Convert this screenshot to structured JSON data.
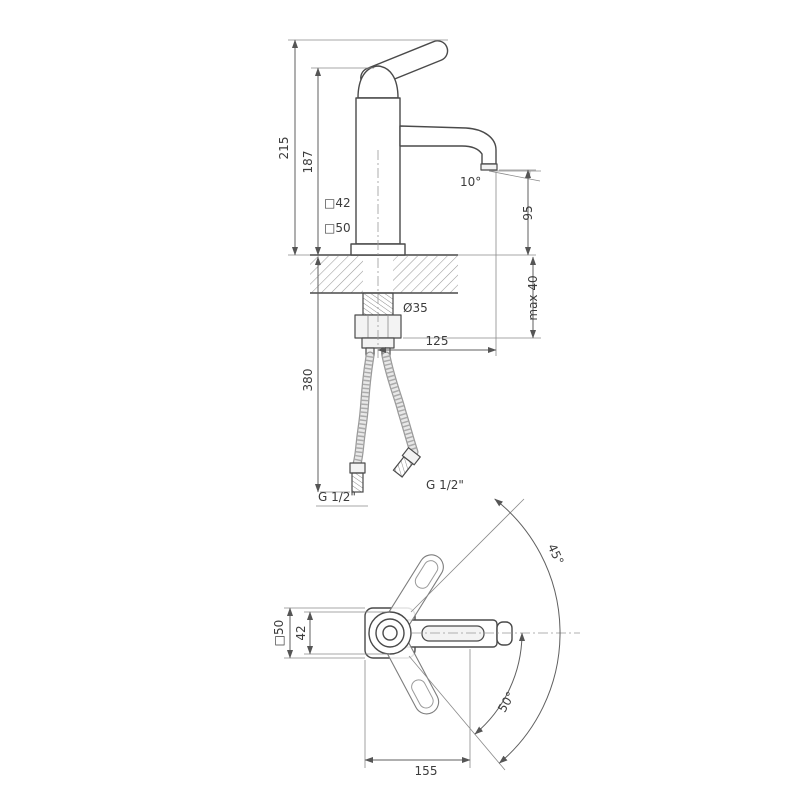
{
  "drawing": {
    "title": "single-lever basin mixer technical drawing",
    "line_color": "#4a4a4a",
    "dim_color": "#5f5f5f"
  },
  "side_view": {
    "labels": {
      "total_height": "215",
      "body_height": "187",
      "body_square": "□42",
      "base_square": "□50",
      "spout_angle": "10°",
      "spout_height": "95",
      "max_mount_thickness": "max 40",
      "shank_diameter": "Ø35",
      "spout_reach": "125",
      "hose_length": "380",
      "left_hose_thread": "G 1/2\"",
      "right_hose_thread": "G 1/2\""
    }
  },
  "top_view": {
    "labels": {
      "handle_swing_upper": "45°",
      "handle_swing_lower": "50°",
      "base_square": "□50",
      "body_width": "42",
      "overall_reach": "155"
    }
  }
}
